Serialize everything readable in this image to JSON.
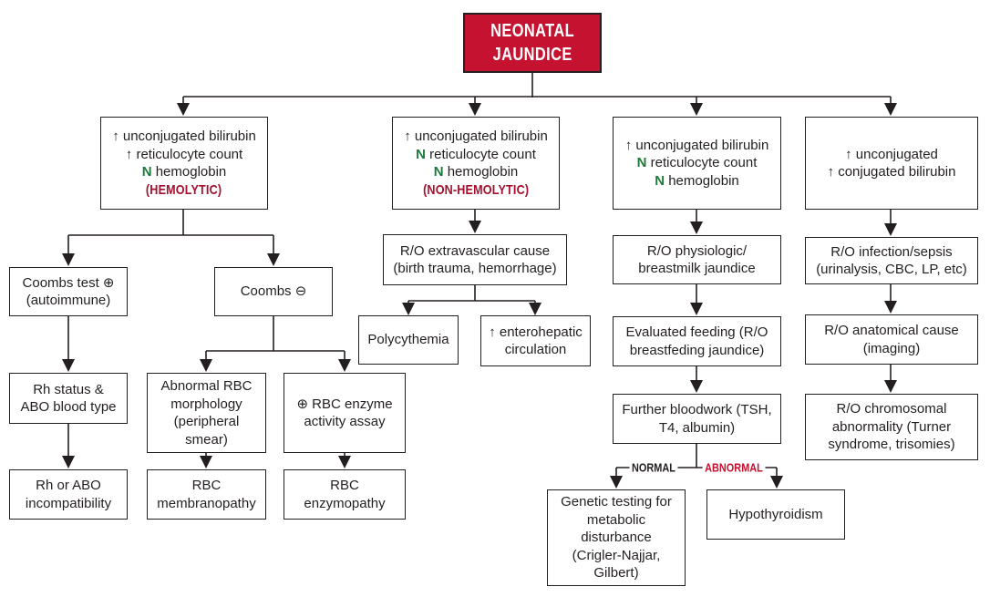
{
  "root": {
    "line1": "NEONATAL",
    "line2": "JAUNDICE"
  },
  "colors": {
    "root_bg": "#c51230",
    "tag_maroon": "#a50f2e",
    "normal_green": "#1e7a3b",
    "abnormal_red": "#c8102e",
    "line_color": "#231f20"
  },
  "branches": {
    "hemolytic": {
      "line1": "↑ unconjugated bilirubin",
      "line2": "↑ reticulocyte count",
      "n3": "N",
      "line3_rest": " hemoglobin",
      "tag": "(HEMOLYTIC)"
    },
    "non_hemolytic": {
      "line1": "↑ unconjugated bilirubin",
      "n2": "N",
      "line2_rest": " reticulocyte count",
      "n3": "N",
      "line3_rest": " hemoglobin",
      "tag": "(NON-HEMOLYTIC)"
    },
    "physiologic": {
      "line1": "↑ unconjugated bilirubin",
      "n2": "N",
      "line2_rest": " reticulocyte count",
      "n3": "N",
      "line3_rest": " hemoglobin"
    },
    "conjugated": {
      "line1": "↑ unconjugated",
      "line2": "↑ conjugated bilirubin"
    }
  },
  "nodes": {
    "coombs_pos": [
      "Coombs test ⊕",
      "(autoimmune)"
    ],
    "coombs_neg": [
      "Coombs ⊖"
    ],
    "rh_status": [
      "Rh status &",
      "ABO blood type"
    ],
    "rh_abo": [
      "Rh or ABO",
      "incompatibility"
    ],
    "abnormal_rbc": [
      "Abnormal RBC",
      "morphology",
      "(peripheral",
      "smear)"
    ],
    "rbc_enzyme": [
      "⊕ RBC enzyme",
      "activity assay"
    ],
    "rbc_membranopathy": [
      "RBC",
      "membranopathy"
    ],
    "rbc_enzymopathy": [
      "RBC",
      "enzymopathy"
    ],
    "ro_extravascular": [
      "R/O extravascular cause",
      "(birth trauma, hemorrhage)"
    ],
    "polycythemia": [
      "Polycythemia"
    ],
    "enterohepatic": [
      "↑ enterohepatic",
      "circulation"
    ],
    "ro_physiologic": [
      "R/O physiologic/",
      "breastmilk jaundice"
    ],
    "evaluated_feeding": [
      "Evaluated feeding (R/O",
      "breastfeding jaundice)"
    ],
    "further_bloodwork": [
      "Further bloodwork (TSH,",
      "T4, albumin)"
    ],
    "genetic_testing": [
      "Genetic testing for",
      "metabolic",
      "disturbance",
      "(Crigler-Najjar,",
      "Gilbert)"
    ],
    "hypothyroidism": [
      "Hypothyroidism"
    ],
    "ro_infection": [
      "R/O infection/sepsis",
      "(urinalysis, CBC, LP, etc)"
    ],
    "ro_anatomical": [
      "R/O anatomical cause",
      "(imaging)"
    ],
    "ro_chromosomal": [
      "R/O chromosomal",
      "abnormality (Turner",
      "syndrome, trisomies)"
    ]
  },
  "labels": {
    "normal": "NORMAL",
    "abnormal": "ABNORMAL"
  }
}
